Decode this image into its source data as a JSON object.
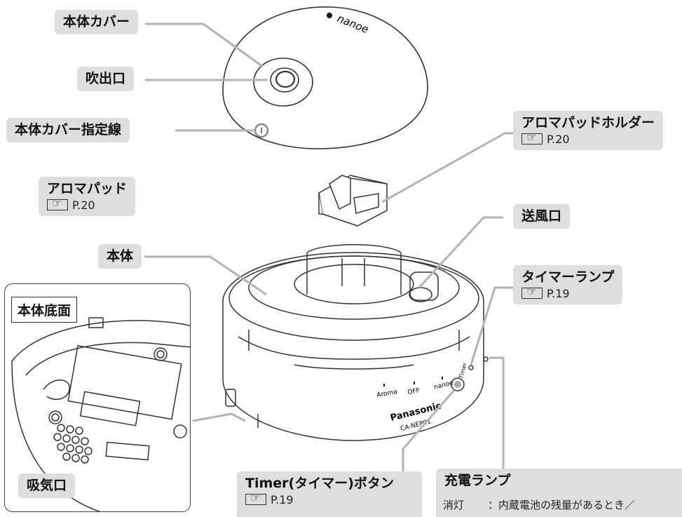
{
  "labels": {
    "body_cover": "本体カバー",
    "outlet": "吹出口",
    "cover_line": "本体カバー指定線",
    "aroma_pad": "アロマパッド",
    "aroma_pad_ref": "P.20",
    "aroma_holder": "アロマパッドホルダー",
    "aroma_holder_ref": "P.20",
    "main_body": "本体",
    "blower": "送風口",
    "timer_lamp": "タイマーランプ",
    "timer_lamp_ref": "P.19",
    "bottom_title": "本体底面",
    "intake": "吸気口",
    "timer_button": "Timer(タイマー)ボタン",
    "timer_button_ref": "P.19",
    "charge_lamp": "充電ランプ",
    "charge_state": "消灯",
    "charge_desc": "：内蔵電池の残量があるとき／"
  },
  "device": {
    "cover_logo": "nanoe",
    "modes": [
      "Aroma",
      "OFF",
      "nanoe",
      "Timer"
    ],
    "brand": "Panasonic",
    "model": "CA-NEP01"
  }
}
